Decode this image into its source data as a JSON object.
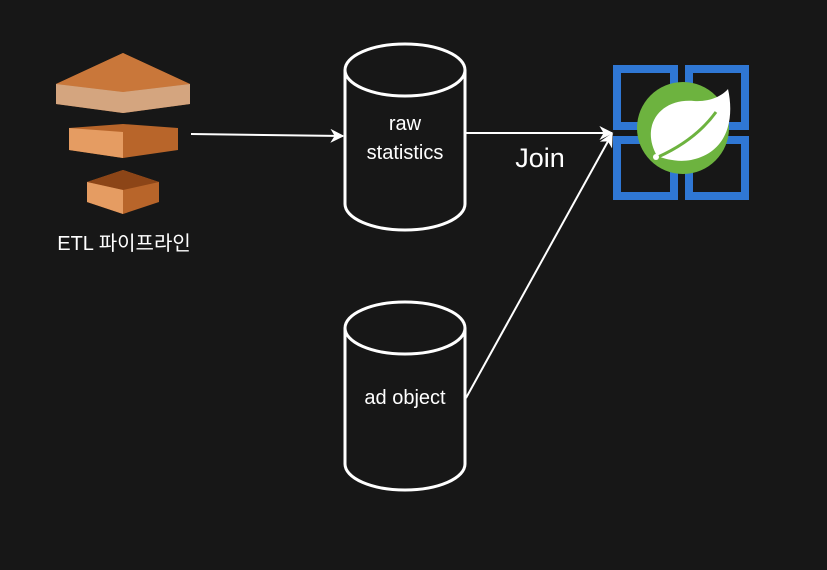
{
  "etl": {
    "label": "ETL 파이프라인",
    "icon": "aws-data-pipeline-icon",
    "colors": {
      "top": "#d4a57f",
      "side": "#b8652a",
      "front": "#e59c62",
      "dark": "#8c4517"
    }
  },
  "raw_statistics": {
    "line1": "raw",
    "line2": "statistics"
  },
  "ad_object": {
    "label": "ad object"
  },
  "edge_label": "Join",
  "service": {
    "icon": "spring-on-azure-icon",
    "colors": {
      "tiles": "#2f77d4",
      "leaf_bg": "#6db33f",
      "leaf": "#ffffff"
    }
  },
  "colors": {
    "background": "#171717",
    "stroke": "#ffffff",
    "text": "#ffffff"
  }
}
